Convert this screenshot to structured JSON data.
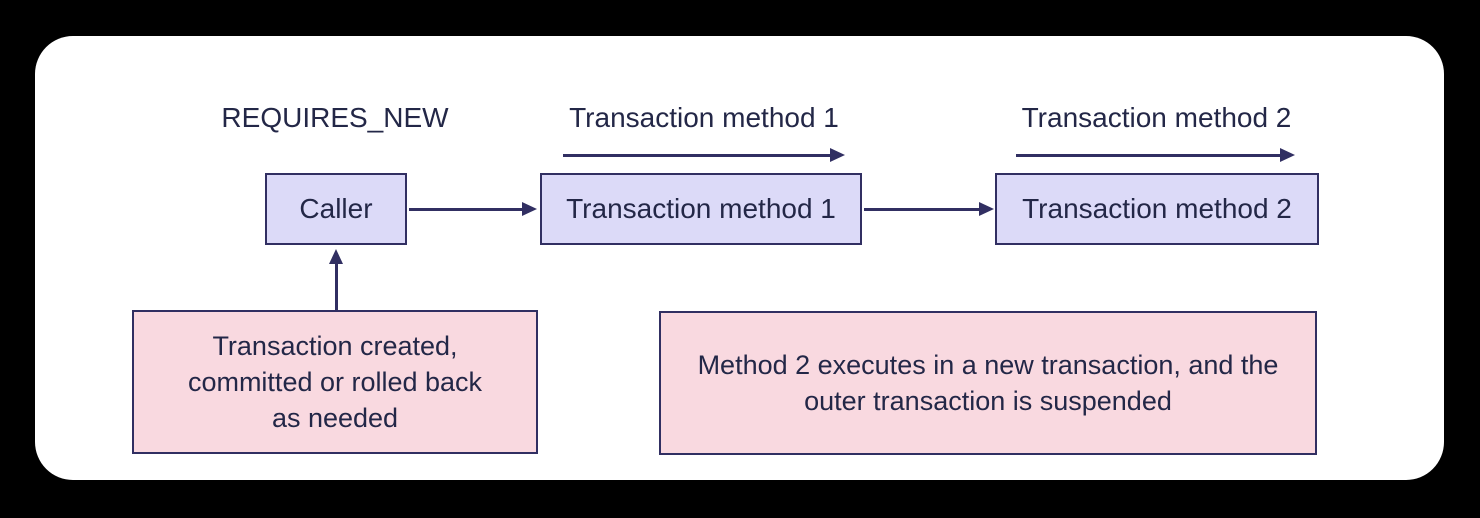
{
  "colors": {
    "background": "#000000",
    "card_background": "#ffffff",
    "node_fill": "#dcdaf8",
    "note_fill": "#f9d9e0",
    "stroke": "#312f62",
    "text": "#232747"
  },
  "diagram": {
    "title": "REQUIRES_NEW",
    "flow_labels": [
      {
        "label": "Transaction method 1"
      },
      {
        "label": "Transaction method 2"
      }
    ],
    "nodes": [
      {
        "label": "Caller"
      },
      {
        "label": "Transaction method 1"
      },
      {
        "label": "Transaction method 2"
      }
    ],
    "notes": [
      {
        "lines": [
          "Transaction created,",
          "committed or rolled back",
          "as needed"
        ]
      },
      {
        "lines": [
          "Method 2 executes in a new transaction, and the",
          "outer transaction is suspended"
        ]
      }
    ]
  }
}
